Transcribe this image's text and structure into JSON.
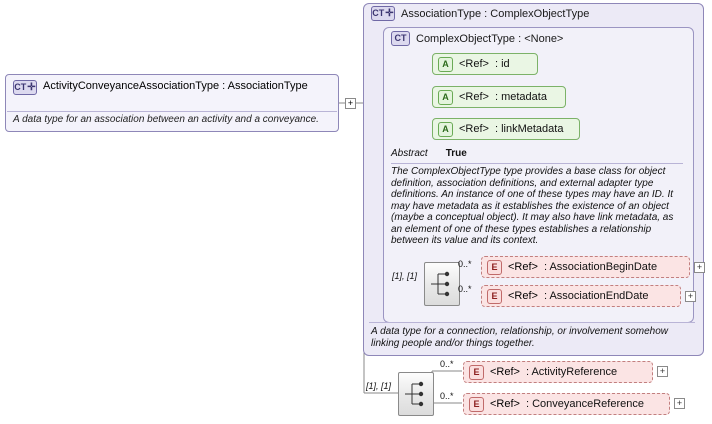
{
  "diagram": {
    "type": "xsd-schema-diagram",
    "root": {
      "badge": "CT",
      "badge_plus": "+",
      "name": "ActivityConveyanceAssociationType",
      "separator": " : ",
      "type": "AssociationType",
      "documentation": "A data type for an association between an activity and a conveyance."
    },
    "association_container": {
      "badge": "CT",
      "badge_plus": "+",
      "title": "AssociationType : ComplexObjectType",
      "documentation": "A data type for a connection, relationship, or involvement somehow linking people and/or things together."
    },
    "complex_object_container": {
      "badge": "CT",
      "title": "ComplexObjectType : <None>",
      "abstract_label": "Abstract",
      "abstract_value": "True",
      "documentation": "The ComplexObjectType type provides a base class for object definition, association definitions, and external adapter type definitions. An instance of one of these types may have an ID. It may have metadata as it establishes the existence of an object (maybe a conceptual object). It may also have link metadata, as an element of one of these types establishes a relationship between its value and its context."
    },
    "attributes": [
      {
        "badge": "A",
        "ref": "<Ref>",
        "name": ": id"
      },
      {
        "badge": "A",
        "ref": "<Ref>",
        "name": ": metadata"
      },
      {
        "badge": "A",
        "ref": "<Ref>",
        "name": ": linkMetadata"
      }
    ],
    "inner_sequence": {
      "occurrence": "[1], [1]",
      "items": [
        {
          "badge": "E",
          "ref": "<Ref>",
          "name": ": AssociationBeginDate",
          "cardinality": "0..*",
          "expander": "+"
        },
        {
          "badge": "E",
          "ref": "<Ref>",
          "name": ": AssociationEndDate",
          "cardinality": "0..*",
          "expander": "+"
        }
      ]
    },
    "outer_sequence": {
      "occurrence": "[1], [1]",
      "items": [
        {
          "badge": "E",
          "ref": "<Ref>",
          "name": ": ActivityReference",
          "cardinality": "0..*",
          "expander": "+"
        },
        {
          "badge": "E",
          "ref": "<Ref>",
          "name": ": ConveyanceReference",
          "cardinality": "0..*",
          "expander": "+"
        }
      ]
    },
    "connectors": {
      "root_expander": "+"
    },
    "colors": {
      "container_purple": "#eceaf6",
      "inner_purple": "#f2f1f9",
      "attribute_green": "#eaf6e4",
      "element_pink": "#fbe4e4",
      "border_purple": "#8e87b8"
    }
  }
}
